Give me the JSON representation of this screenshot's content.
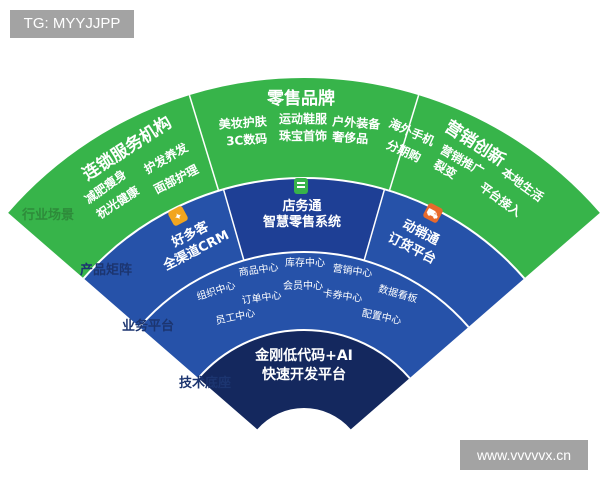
{
  "watermark_top": "TG: MYYJJPP",
  "watermark_bottom": "www.vvvvvx.cn",
  "colors": {
    "green": "#37b44a",
    "blue": "#2652a9",
    "mid_blue": "#1e3f95",
    "navy": "#14285e",
    "label_green": "#2e8b3a",
    "label_navy": "#1c3570"
  },
  "layers": {
    "industry": {
      "label": "行业场景",
      "chain": {
        "title": "连锁服务机构",
        "items": [
          "护发养发",
          "减肥瘦身",
          "面部护理",
          "祝光健康"
        ]
      },
      "retail": {
        "title": "零售品牌",
        "items": [
          "美妆护肤",
          "运动鞋服",
          "户外装备",
          "3C数码",
          "珠宝首饰",
          "奢侈品"
        ]
      },
      "marketing": {
        "title": "营销创新",
        "items": [
          "海外手机",
          "营销推广",
          "本地生活",
          "分期购",
          "裂变",
          "平台接入"
        ]
      }
    },
    "product": {
      "label": "产品矩阵",
      "items": [
        {
          "icon": "haoduoke-icon",
          "line1": "好多客",
          "line2": "全渠道CRM"
        },
        {
          "icon": "dianwutong-icon",
          "line1": "店务通",
          "line2": "智慧零售系统"
        },
        {
          "icon": "dongxiaotong-icon",
          "line1": "动销通",
          "line2": "订货平台"
        }
      ]
    },
    "business": {
      "label": "业务平台",
      "items": [
        "商品中心",
        "库存中心",
        "营销中心",
        "组织中心",
        "会员中心",
        "数据看板",
        "订单中心",
        "卡券中心",
        "员工中心",
        "配置中心"
      ]
    },
    "tech": {
      "label": "技术底座",
      "line1": "金刚低代码+AI",
      "line2": "快速开发平台"
    }
  }
}
